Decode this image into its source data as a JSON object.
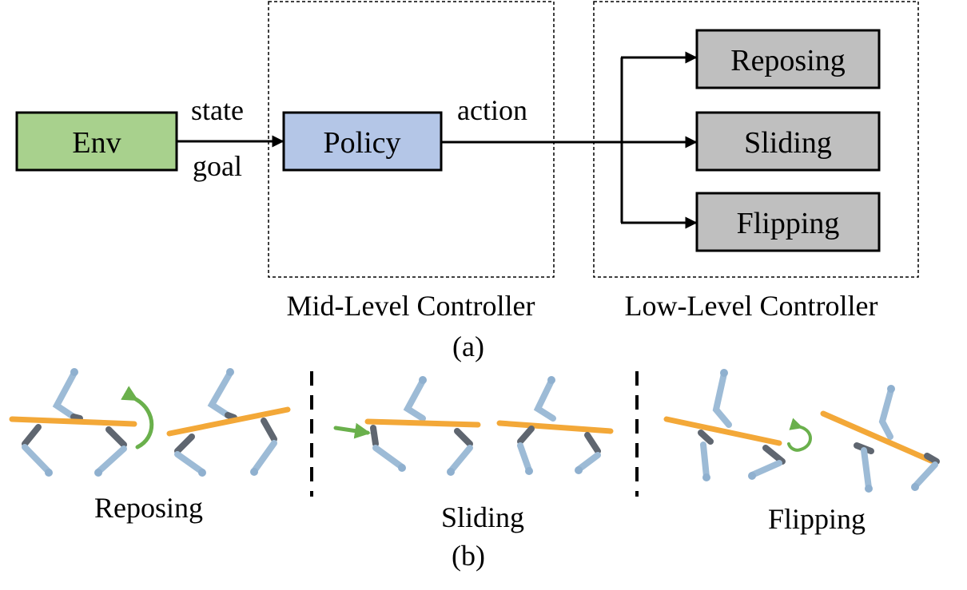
{
  "top": {
    "env_label": "Env",
    "edge_state": "state",
    "edge_goal": "goal",
    "policy_label": "Policy",
    "edge_action": "action",
    "mid_group_label": "Mid-Level Controller",
    "low_group_label": "Low-Level Controller",
    "skills": [
      "Reposing",
      "Sliding",
      "Flipping"
    ],
    "subfig_label": "(a)",
    "colors": {
      "env": "#a8d18d",
      "policy": "#b4c6e7",
      "skill": "#bfbfbf"
    }
  },
  "bottom": {
    "panels": [
      "Reposing",
      "Sliding",
      "Flipping"
    ],
    "subfig_label": "(b)",
    "colors": {
      "object": "#f3a838",
      "link": "#9dbbd6",
      "joint": "#5f6670",
      "arrow": "#6ab04c"
    }
  }
}
